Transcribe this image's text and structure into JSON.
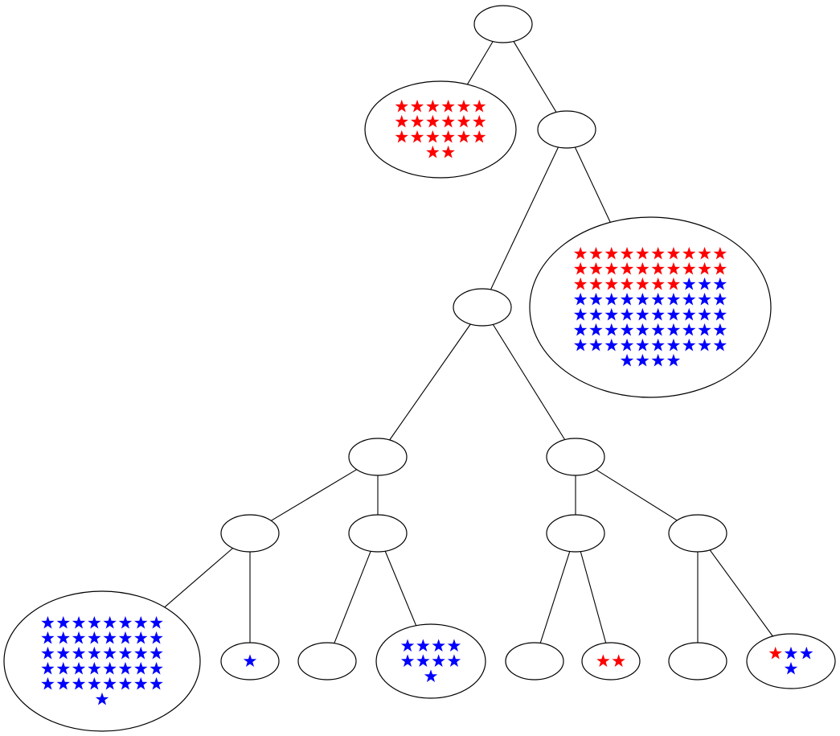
{
  "diagram": {
    "type": "tree",
    "colors": {
      "red": "#ff0000",
      "blue": "#0000ff",
      "stroke": "#000000",
      "fill": "#ffffff"
    },
    "nodes": [
      {
        "id": "root",
        "parent": null,
        "red": 0,
        "blue": 0
      },
      {
        "id": "n1",
        "parent": "root",
        "red": 20,
        "blue": 0
      },
      {
        "id": "n2",
        "parent": "root",
        "red": 0,
        "blue": 0
      },
      {
        "id": "n3",
        "parent": "n2",
        "red": 0,
        "blue": 0
      },
      {
        "id": "n4",
        "parent": "n2",
        "red": 27,
        "blue": 47
      },
      {
        "id": "n5",
        "parent": "n3",
        "red": 0,
        "blue": 0
      },
      {
        "id": "n6",
        "parent": "n3",
        "red": 0,
        "blue": 0
      },
      {
        "id": "n7",
        "parent": "n5",
        "red": 0,
        "blue": 0
      },
      {
        "id": "n8",
        "parent": "n5",
        "red": 0,
        "blue": 0
      },
      {
        "id": "n9",
        "parent": "n6",
        "red": 0,
        "blue": 0
      },
      {
        "id": "n10",
        "parent": "n6",
        "red": 0,
        "blue": 0
      },
      {
        "id": "n11",
        "parent": "n7",
        "red": 0,
        "blue": 41
      },
      {
        "id": "n12",
        "parent": "n7",
        "red": 0,
        "blue": 1
      },
      {
        "id": "n13",
        "parent": "n8",
        "red": 0,
        "blue": 0
      },
      {
        "id": "n14",
        "parent": "n8",
        "red": 0,
        "blue": 9
      },
      {
        "id": "n15",
        "parent": "n9",
        "red": 0,
        "blue": 0
      },
      {
        "id": "n16",
        "parent": "n9",
        "red": 2,
        "blue": 0
      },
      {
        "id": "n17",
        "parent": "n10",
        "red": 0,
        "blue": 0
      },
      {
        "id": "n18",
        "parent": "n10",
        "red": 1,
        "blue": 3
      }
    ]
  }
}
